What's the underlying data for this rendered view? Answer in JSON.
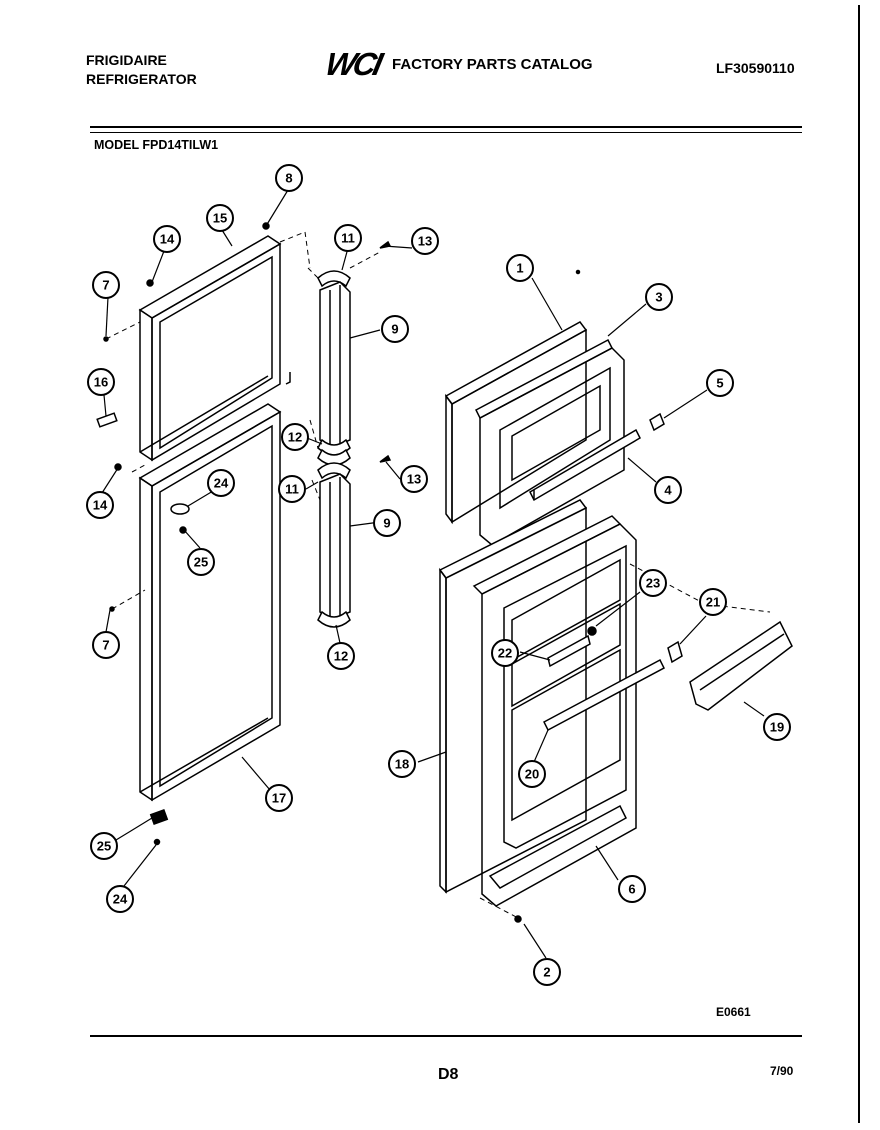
{
  "header": {
    "brand_line1": "FRIGIDAIRE",
    "brand_line2": "REFRIGERATOR",
    "logo_text": "WCI",
    "catalog_title": "FACTORY PARTS CATALOG",
    "catalog_number": "LF30590110"
  },
  "model_label": "MODEL FPD14TILW1",
  "footer": {
    "figure_code": "E0661",
    "page_code": "D8",
    "date": "7/90"
  },
  "callouts": [
    "8",
    "15",
    "14",
    "7",
    "16",
    "14",
    "24",
    "25",
    "7",
    "25",
    "24",
    "17",
    "11",
    "13",
    "9",
    "12",
    "11",
    "13",
    "9",
    "12",
    "1",
    "3",
    "5",
    "4",
    "23",
    "21",
    "22",
    "20",
    "18",
    "19",
    "6",
    "2"
  ]
}
